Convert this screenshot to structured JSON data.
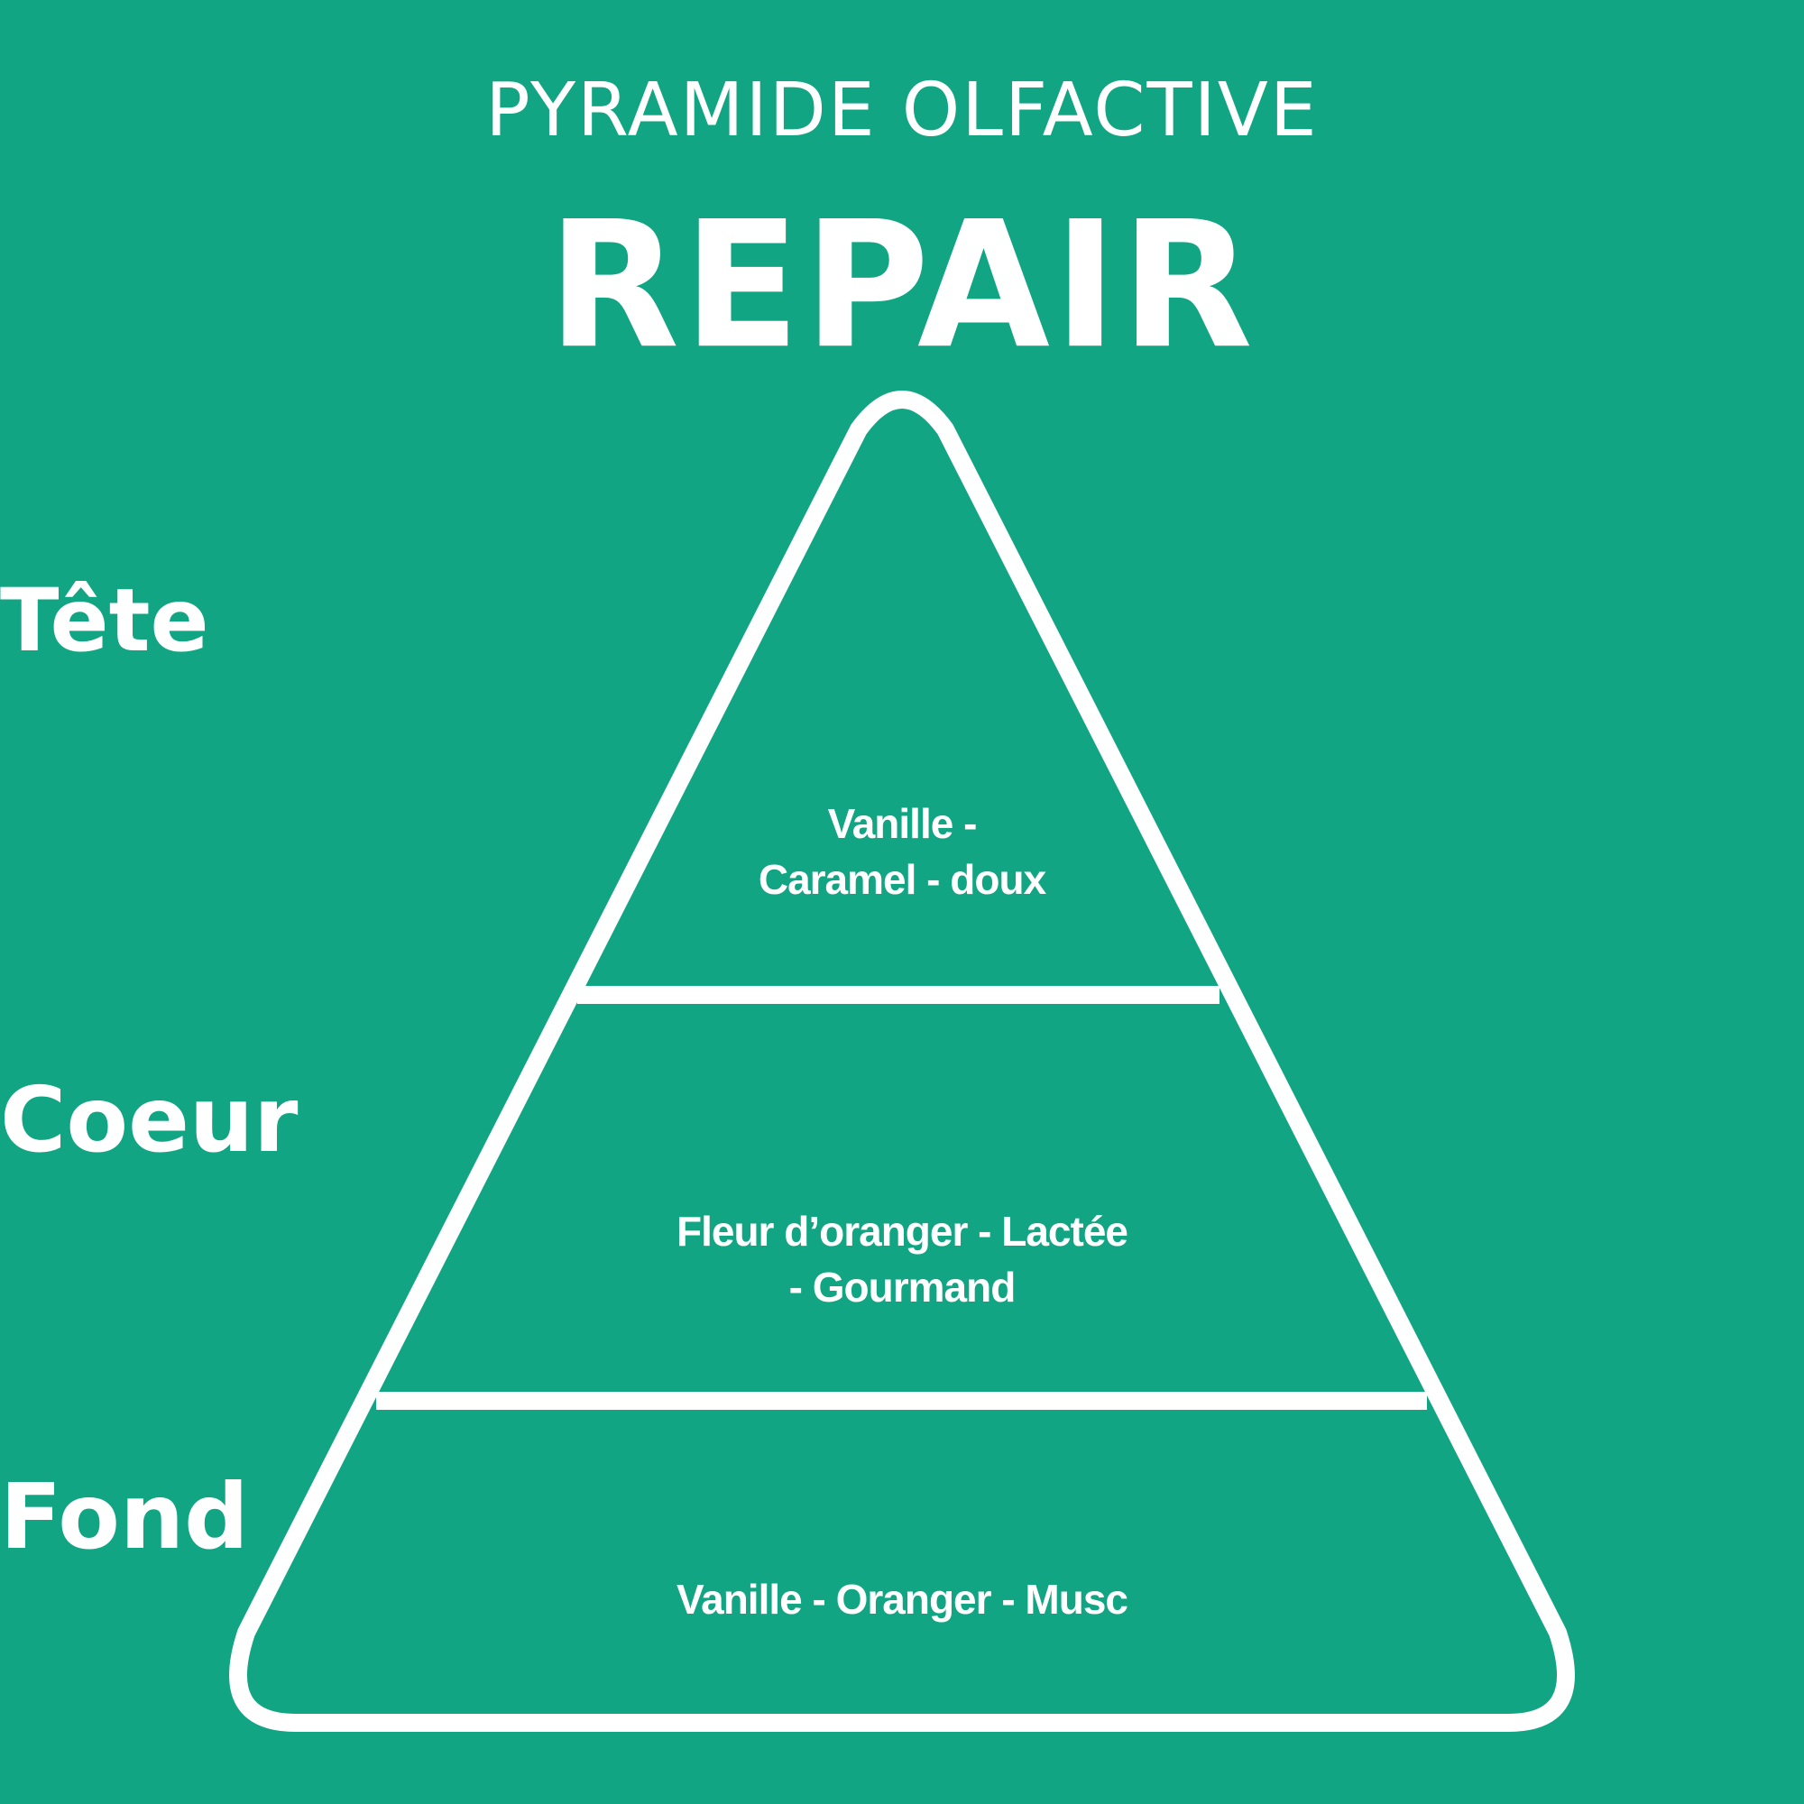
{
  "header": {
    "overtitle": "PYRAMIDE OLFACTIVE",
    "title": "REPAIR"
  },
  "pyramid": {
    "top": {
      "heading": "Tête",
      "notes_line1": "Vanille -",
      "notes_line2": "Caramel - doux"
    },
    "middle": {
      "heading": "Coeur",
      "notes_line1": "Fleur d’oranger - Lactée",
      "notes_line2": "- Gourmand"
    },
    "base": {
      "heading": "Fond",
      "notes_line1": "Vanille - Oranger - Musc"
    }
  },
  "colors": {
    "background": "#12a583",
    "foreground": "#ffffff"
  }
}
